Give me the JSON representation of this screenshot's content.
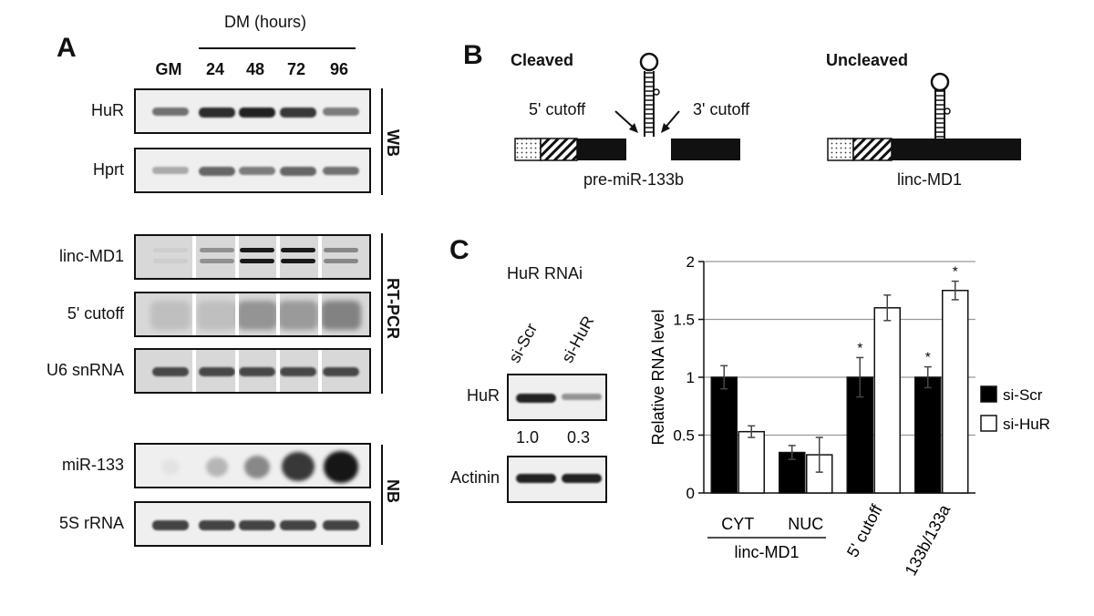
{
  "panelA": {
    "letter": "A",
    "header": "DM (hours)",
    "lanes": [
      "GM",
      "24",
      "48",
      "72",
      "96"
    ],
    "rows": [
      {
        "name": "HuR",
        "bands": [
          0.55,
          0.85,
          0.9,
          0.8,
          0.5
        ]
      },
      {
        "name": "Hprt",
        "bands": [
          0.3,
          0.6,
          0.5,
          0.6,
          0.55
        ]
      },
      {
        "name": "linc-MD1",
        "bands": [
          0.05,
          0.35,
          0.95,
          0.95,
          0.4
        ]
      },
      {
        "name": "5' cutoff",
        "bands": [
          0.2,
          0.2,
          0.55,
          0.5,
          0.7
        ]
      },
      {
        "name": "U6 snRNA",
        "bands": [
          0.7,
          0.7,
          0.7,
          0.7,
          0.7
        ]
      },
      {
        "name": "miR-133",
        "bands": [
          0.05,
          0.25,
          0.45,
          0.8,
          0.95
        ]
      },
      {
        "name": "5S rRNA",
        "bands": [
          0.75,
          0.75,
          0.75,
          0.75,
          0.75
        ]
      }
    ],
    "groups": [
      "WB",
      "RT-PCR",
      "NB"
    ]
  },
  "panelB": {
    "letter": "B",
    "cleaved_title": "Cleaved",
    "uncleaved_title": "Uncleaved",
    "cutoff5": "5' cutoff",
    "cutoff3": "3' cutoff",
    "cleaved_caption": "pre-miR-133b",
    "uncleaved_caption": "linc-MD1"
  },
  "panelC": {
    "letter": "C",
    "rnai_title": "HuR RNAi",
    "lanes": [
      "si-Scr",
      "si-HuR"
    ],
    "rows": [
      {
        "name": "HuR",
        "bands": [
          0.9,
          0.4
        ]
      },
      {
        "name": "Actinin",
        "bands": [
          0.9,
          0.9
        ]
      }
    ],
    "quant": [
      "1.0",
      "0.3"
    ]
  },
  "chart_data": {
    "type": "bar",
    "categories": [
      "CYT",
      "NUC",
      "5' cutoff",
      "133b/133a"
    ],
    "group_label": "linc-MD1",
    "series": [
      {
        "name": "si-Scr",
        "values": [
          1.0,
          0.35,
          1.0,
          1.0
        ],
        "errors": [
          0.1,
          0.06,
          0.17,
          0.09
        ]
      },
      {
        "name": "si-HuR",
        "values": [
          0.53,
          0.33,
          1.6,
          1.75
        ],
        "errors": [
          0.05,
          0.15,
          0.11,
          0.08
        ]
      }
    ],
    "significant": [
      false,
      false,
      false,
      false,
      true,
      false,
      true,
      true
    ],
    "star": "*",
    "ylabel": "Relative RNA level",
    "ylim": [
      0,
      2
    ],
    "yticks": [
      "0",
      "0.5",
      "1",
      "1.5",
      "2"
    ],
    "grid": true,
    "legend": "right",
    "colors": {
      "si-Scr": "#000000",
      "si-HuR": "#ffffff"
    }
  }
}
